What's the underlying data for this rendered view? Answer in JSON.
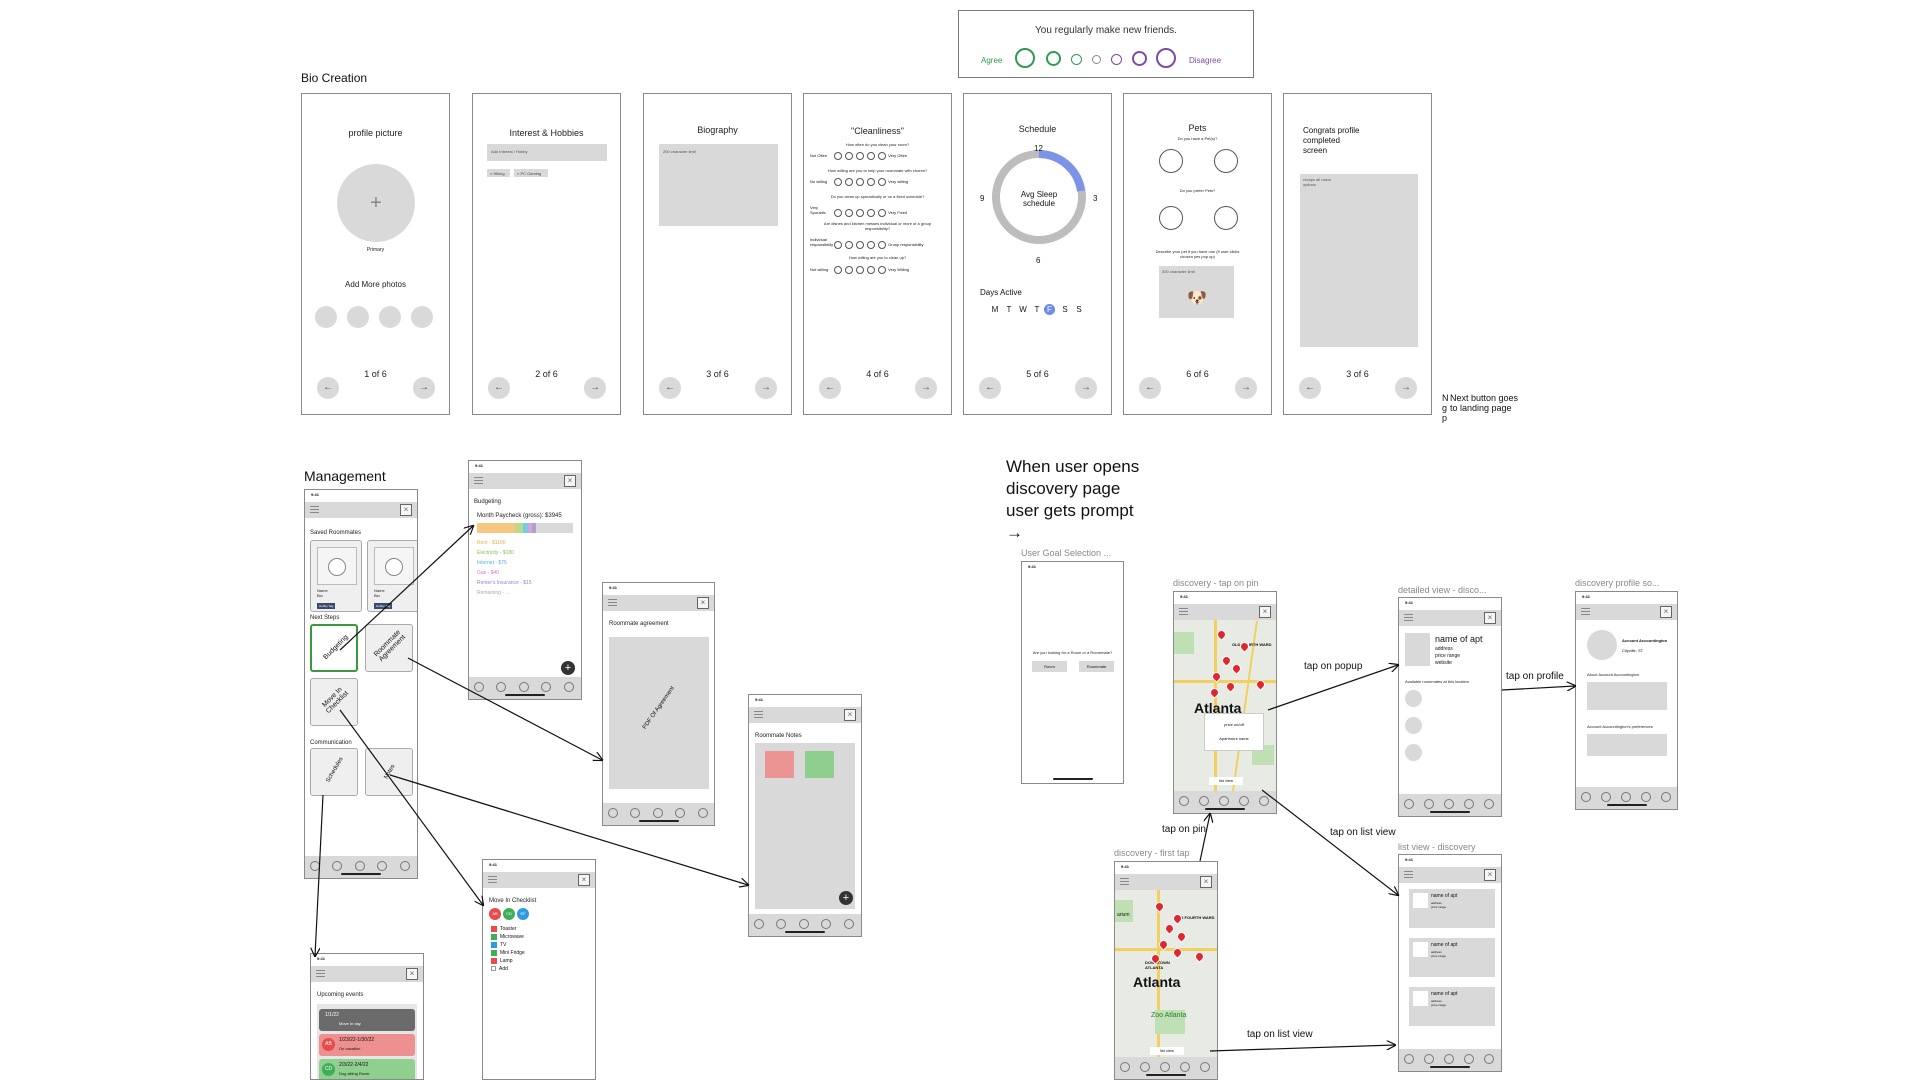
{
  "survey": {
    "question": "You regularly make new friends.",
    "agree": "Agree",
    "disagree": "Disagree"
  },
  "bio": {
    "section_title": "Bio Creation",
    "frames": [
      {
        "title": "profile picture",
        "pager": "1 of 6",
        "primary": "Primary",
        "add_more": "Add More photos",
        "add_symbol": "+"
      },
      {
        "title": "Interest & Hobbies",
        "pager": "2 of 6",
        "input": "Add Interest / Hobby",
        "chips": [
          "× Hiking",
          "× PC Gaming"
        ]
      },
      {
        "title": "Biography",
        "pager": "3 of 6",
        "limit": "250 character limit"
      },
      {
        "title": "\"Cleanliness\"",
        "pager": "4 of 6",
        "questions": [
          "How often do you clean your room?",
          "How willing are you to help your roommate with chores?",
          "Do you clean up sporadically or on a fixed schedule?",
          "Are dishes and kitchen messes individual or more of a group responsibility?",
          "How willing are you to clean up?"
        ],
        "left_labels": [
          "Not Often",
          "No willing",
          "Very Sporadic",
          "Individual responsibility",
          "Not willing"
        ],
        "right_labels": [
          "Very Often",
          "Very willing",
          "Very Fixed",
          "Group responsibility",
          "Very Willing"
        ]
      },
      {
        "title": "Schedule",
        "pager": "5 of 6",
        "center": "Avg Sleep schedule",
        "ticks": [
          "12",
          "3",
          "6",
          "9"
        ],
        "days_title": "Days Active",
        "days": [
          "M",
          "T",
          "W",
          "T",
          "F",
          "S",
          "S"
        ]
      },
      {
        "title": "Pets",
        "pager": "6 of 6",
        "q1": "Do you have a Pet(s)?",
        "q2": "Do you prefer Pets?",
        "q3": "Describe your pet if you have one (if user clicks chosen yes pop up)",
        "limit": "300 character limit",
        "pet_emoji": "🐶"
      },
      {
        "title": "Congrats profile completed screen",
        "pager": "3 of 6",
        "recap": "recaps all users options"
      }
    ],
    "nav_prev": "←",
    "nav_next": "→",
    "next_note": "Next button goes to landing page",
    "side_letters": "N\ng\np"
  },
  "management": {
    "section_title": "Management",
    "status_time": "9:41",
    "saved_roommates": "Saved Roommates",
    "roommate_name": "Name",
    "roommate_bio": "Bio",
    "roommate_tag": "Hobby Tag",
    "next_steps": "Next Steps",
    "tiles": [
      "Budgeting",
      "Roommate Agreement",
      "Move In Checklist"
    ],
    "communication": "Communication",
    "comm_tiles": [
      "Schedules",
      "Notes"
    ],
    "budget": {
      "title": "Budgeting",
      "paycheck": "Month Paycheck (gross): $3945",
      "items": [
        "Rent - $1100",
        "Electricity - $180",
        "Internet - $75",
        "Gas - $40",
        "Renter's Insurance - $15",
        "Remaining - ..."
      ],
      "colors": [
        "#f7c680",
        "#b6d98a",
        "#7ec8e3",
        "#e79dd7",
        "#b39ddb",
        "#cccccc"
      ]
    },
    "agreement": {
      "title": "Roommate agreement",
      "pdf": "PDF Of Agreement"
    },
    "notes": {
      "title": "Roommate Notes"
    },
    "checklist": {
      "title": "Move In Checklist",
      "avatars": [
        "AB",
        "CD",
        "EF"
      ],
      "avatar_colors": [
        "#e84b4b",
        "#3fae5a",
        "#2e9be0"
      ],
      "items": [
        "Toaster",
        "Microwave",
        "TV",
        "Mini Fridge",
        "Lamp",
        "Add"
      ],
      "item_colors": [
        "#e84b4b",
        "#3fae5a",
        "#2e9be0",
        "#3fae5a",
        "#e84b4b",
        "#999999"
      ]
    },
    "events": {
      "title": "Upcoming events",
      "rows": [
        {
          "date": "1/1/22",
          "desc": "Move In day",
          "badge": ""
        },
        {
          "date": "1/23/22-1/30/22",
          "desc": "On vacation",
          "badge": "AB"
        },
        {
          "date": "2/3/22-2/4/22",
          "desc": "Dog sitting Rover",
          "badge": "CD"
        }
      ]
    }
  },
  "discovery": {
    "prompt": "When user opens discovery page user gets prompt →",
    "goal_label": "User Goal Selection ...",
    "goal_question": "Are you looking for a Room or a Roommate?",
    "goal_buttons": [
      "Room",
      "Roommate"
    ],
    "pin_label": "discovery - tap on pin",
    "popup_price": "price on/off",
    "popup_name": "Apartment name",
    "list_view_btn": "list view",
    "map_city": "Atlanta",
    "map_ward": "OLD FOURTH WARD",
    "map_downtown": "DOWNTOWN ATLANTA",
    "map_zoo": "Zoo Atlanta",
    "map_arium": "arium",
    "first_tap_label": "discovery - first tap",
    "detail_label": "detailed view - disco...",
    "detail_name": "name of apt",
    "detail_lines": [
      "address",
      "price range",
      "website"
    ],
    "detail_available": "Available roommates at this location",
    "profile_label": "discovery profile so...",
    "profile_name": "Account Accountington",
    "profile_loc": "Cityville, ST",
    "profile_about": "About Account Accountington",
    "profile_prefs": "Account Accountington's preferences",
    "list_label": "list view - discovery",
    "list_items": [
      {
        "name": "name of apt",
        "lines": [
          "address",
          "price range"
        ]
      },
      {
        "name": "name of apt",
        "lines": [
          "address",
          "price range"
        ]
      },
      {
        "name": "name of apt",
        "lines": [
          "address",
          "price range"
        ]
      }
    ],
    "arrows": [
      "tap on popup",
      "tap on profile",
      "tap on pin",
      "tap on list view",
      "tap on list view"
    ]
  }
}
